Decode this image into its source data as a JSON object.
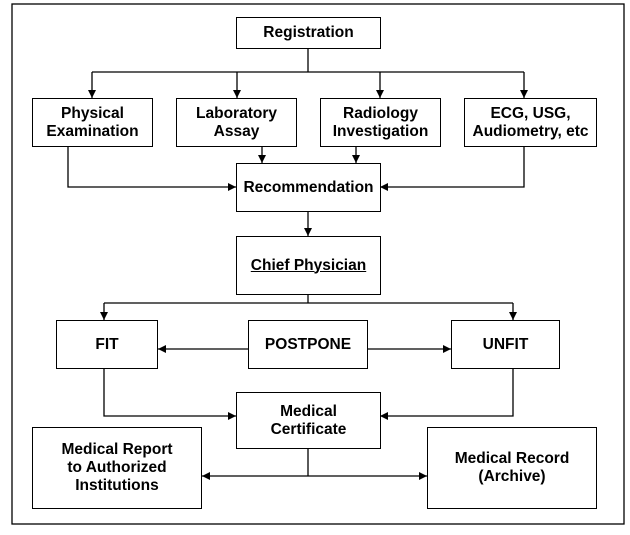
{
  "nodes": {
    "registration": "Registration",
    "physical_examination": "Physical\nExamination",
    "laboratory_assay": "Laboratory\nAssay",
    "radiology_investigation": "Radiology\nInvestigation",
    "ecg_usg_audiometry": "ECG, USG,\nAudiometry, etc",
    "recommendation": "Recommendation",
    "chief_physician": "Chief Physician",
    "fit": "FIT",
    "postpone": "POSTPONE",
    "unfit": "UNFIT",
    "medical_certificate": "Medical\nCertificate",
    "medical_report": "Medical Report\nto Authorized\nInstitutions",
    "medical_record": "Medical Record\n(Archive)"
  },
  "edges": [
    [
      "registration",
      "physical_examination"
    ],
    [
      "registration",
      "laboratory_assay"
    ],
    [
      "registration",
      "radiology_investigation"
    ],
    [
      "registration",
      "ecg_usg_audiometry"
    ],
    [
      "physical_examination",
      "recommendation"
    ],
    [
      "laboratory_assay",
      "recommendation"
    ],
    [
      "radiology_investigation",
      "recommendation"
    ],
    [
      "ecg_usg_audiometry",
      "recommendation"
    ],
    [
      "recommendation",
      "chief_physician"
    ],
    [
      "chief_physician",
      "fit"
    ],
    [
      "chief_physician",
      "unfit"
    ],
    [
      "postpone",
      "fit"
    ],
    [
      "postpone",
      "unfit"
    ],
    [
      "fit",
      "medical_certificate"
    ],
    [
      "unfit",
      "medical_certificate"
    ],
    [
      "medical_certificate",
      "medical_report"
    ],
    [
      "medical_certificate",
      "medical_record"
    ]
  ]
}
